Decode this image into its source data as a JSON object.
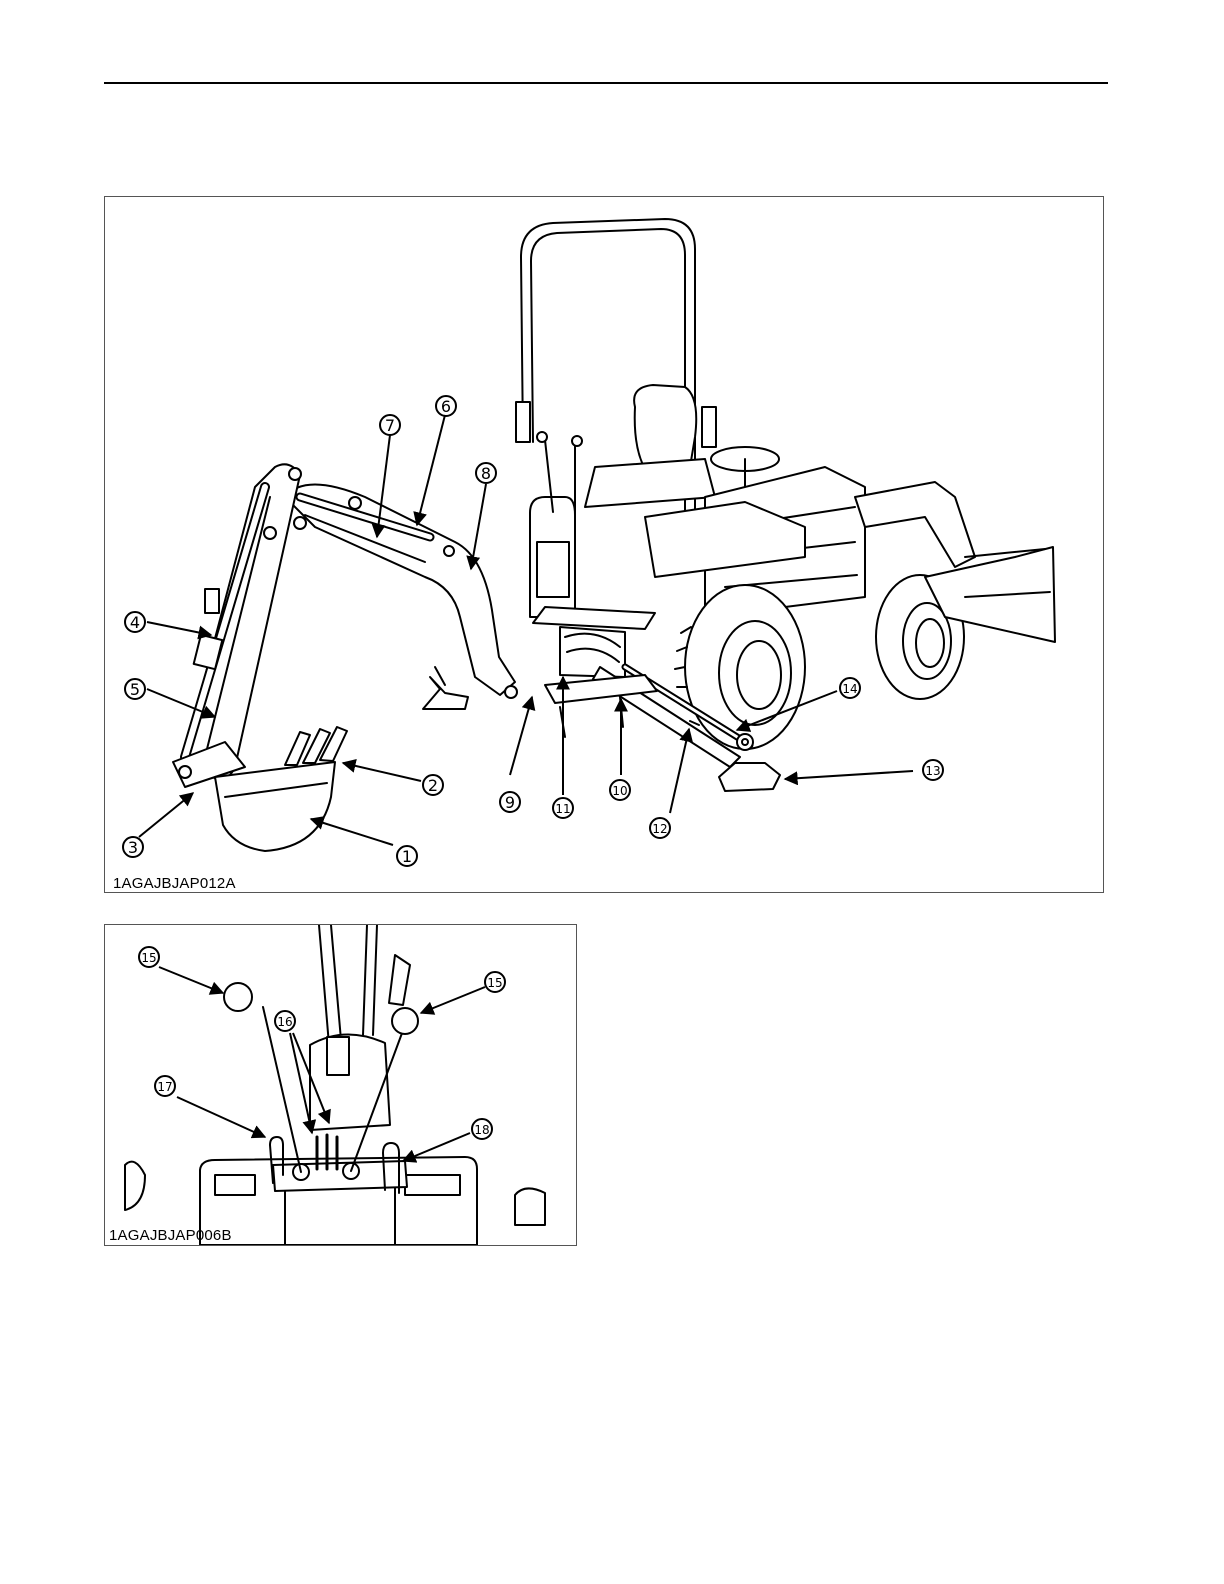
{
  "figures": [
    {
      "code": "1AGAJBJAP012A",
      "callouts": [
        "1",
        "2",
        "3",
        "4",
        "5",
        "6",
        "7",
        "8",
        "9",
        "10",
        "11",
        "12",
        "13",
        "14"
      ]
    },
    {
      "code": "1AGAJBJAP006B",
      "callouts": [
        "15",
        "15",
        "16",
        "17",
        "18"
      ]
    }
  ]
}
